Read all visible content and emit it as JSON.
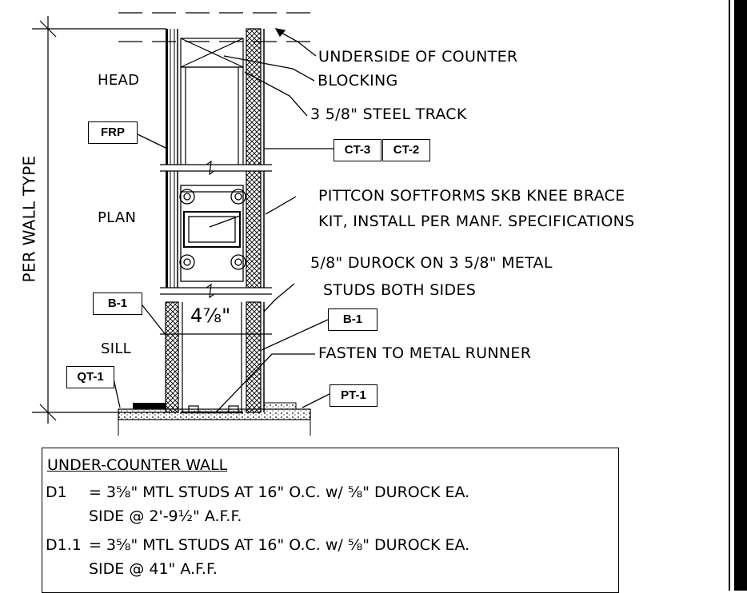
{
  "views": {
    "head": "HEAD",
    "plan": "PLAN",
    "sill": "SILL",
    "vertical_dim": "PER WALL TYPE",
    "stud_width": "4⅞\""
  },
  "tags": {
    "frp": "FRP",
    "ct3": "CT-3",
    "ct2": "CT-2",
    "b1_left": "B-1",
    "b1_right": "B-1",
    "qt1": "QT-1",
    "pt1": "PT-1"
  },
  "notes": {
    "underside": "UNDERSIDE OF COUNTER",
    "blocking": "BLOCKING",
    "steel_track": "3 5/8\" STEEL TRACK",
    "pittcon_1": "PITTCON SOFTFORMS SKB KNEE BRACE",
    "pittcon_2": "KIT, INSTALL PER MANF. SPECIFICATIONS",
    "durock_1": "5/8\" DUROCK ON 3 5/8\" METAL",
    "durock_2": "STUDS BOTH SIDES",
    "fasten": "FASTEN TO METAL RUNNER"
  },
  "legend": {
    "title": "UNDER-COUNTER WALL",
    "d1_tag": "D1",
    "d1_line1": "= 3⅝\" MTL STUDS AT 16\" O.C. w/ ⅝\" DUROCK EA.",
    "d1_line2": "SIDE @ 2'-9½\" A.F.F.",
    "d11_tag": "D1.1",
    "d11_line1": "= 3⅝\" MTL STUDS AT 16\" O.C. w/ ⅝\" DUROCK EA.",
    "d11_line2": "SIDE @ 41\" A.F.F."
  }
}
